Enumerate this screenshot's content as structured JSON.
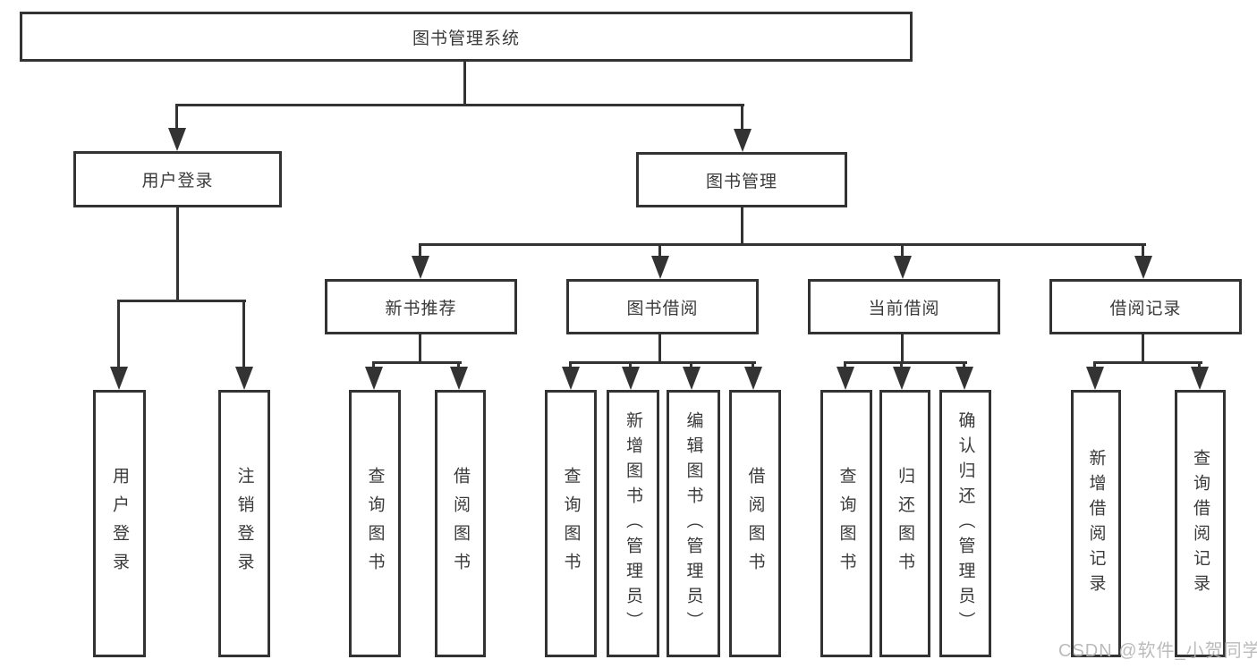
{
  "diagram": {
    "title": "图书管理系统",
    "root": {
      "label": "图书管理系统"
    },
    "level2": [
      {
        "label": "用户登录",
        "children": [
          {
            "label": "用户登录"
          },
          {
            "label": "注销登录"
          }
        ]
      },
      {
        "label": "图书管理",
        "children": [
          {
            "label": "新书推荐",
            "children": [
              {
                "label": "查询图书"
              },
              {
                "label": "借阅图书"
              }
            ]
          },
          {
            "label": "图书借阅",
            "children": [
              {
                "label": "查询图书"
              },
              {
                "label": "新增图书（管理员）"
              },
              {
                "label": "编辑图书（管理员）"
              },
              {
                "label": "借阅图书"
              }
            ]
          },
          {
            "label": "当前借阅",
            "children": [
              {
                "label": "查询图书"
              },
              {
                "label": "归还图书"
              },
              {
                "label": "确认归还（管理员）"
              }
            ]
          },
          {
            "label": "借阅记录",
            "children": [
              {
                "label": "新增借阅记录"
              },
              {
                "label": "查询借阅记录"
              }
            ]
          }
        ]
      }
    ],
    "colors": {
      "line": "#333333",
      "text": "#3a3a3a",
      "background": "#ffffff",
      "watermark": "#b4b4b4"
    }
  },
  "watermark": {
    "text": "CSDN @软件_小贺同学"
  }
}
